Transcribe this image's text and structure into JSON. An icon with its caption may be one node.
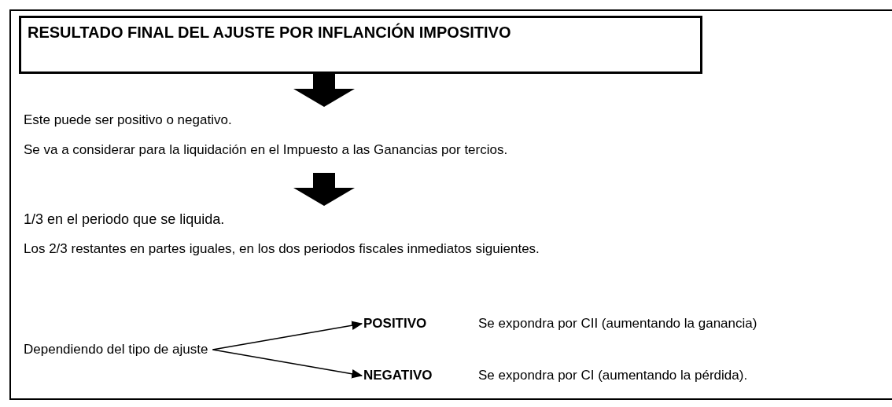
{
  "diagram": {
    "nodes": [
      {
        "text": [
          "RESULTADO FINAL DEL AJUSTE POR INFLANCIÓN IMPOSITIVO"
        ]
      },
      {
        "text": [
          "Este puede ser positivo o negativo.",
          "Se va a considerar para la liquidación en el Impuesto a las Ganancias por tercios."
        ]
      },
      {
        "text": [
          "1/3 en el periodo que se liquida.",
          "Los 2/3 restantes en partes iguales, en los dos periodos fiscales inmediatos siguientes."
        ]
      },
      {
        "text": [
          "Dependiendo del tipo de ajuste"
        ]
      },
      {
        "text": [
          "POSITIVO"
        ],
        "beside": [
          "Se expondra por CII (aumentando la ganancia)"
        ]
      },
      {
        "text": [
          "NEGATIVO"
        ],
        "beside": [
          "Se expondra por CI (aumentando la pérdida)."
        ]
      }
    ],
    "edges": [
      {
        "from": 0,
        "to": 1,
        "arrow": "to",
        "style": "thick"
      },
      {
        "from": 1,
        "to": 2,
        "arrow": "to",
        "style": "thick"
      },
      {
        "from": 3,
        "to": 4,
        "arrow": "to"
      },
      {
        "from": 3,
        "to": 5,
        "arrow": "to"
      }
    ]
  }
}
